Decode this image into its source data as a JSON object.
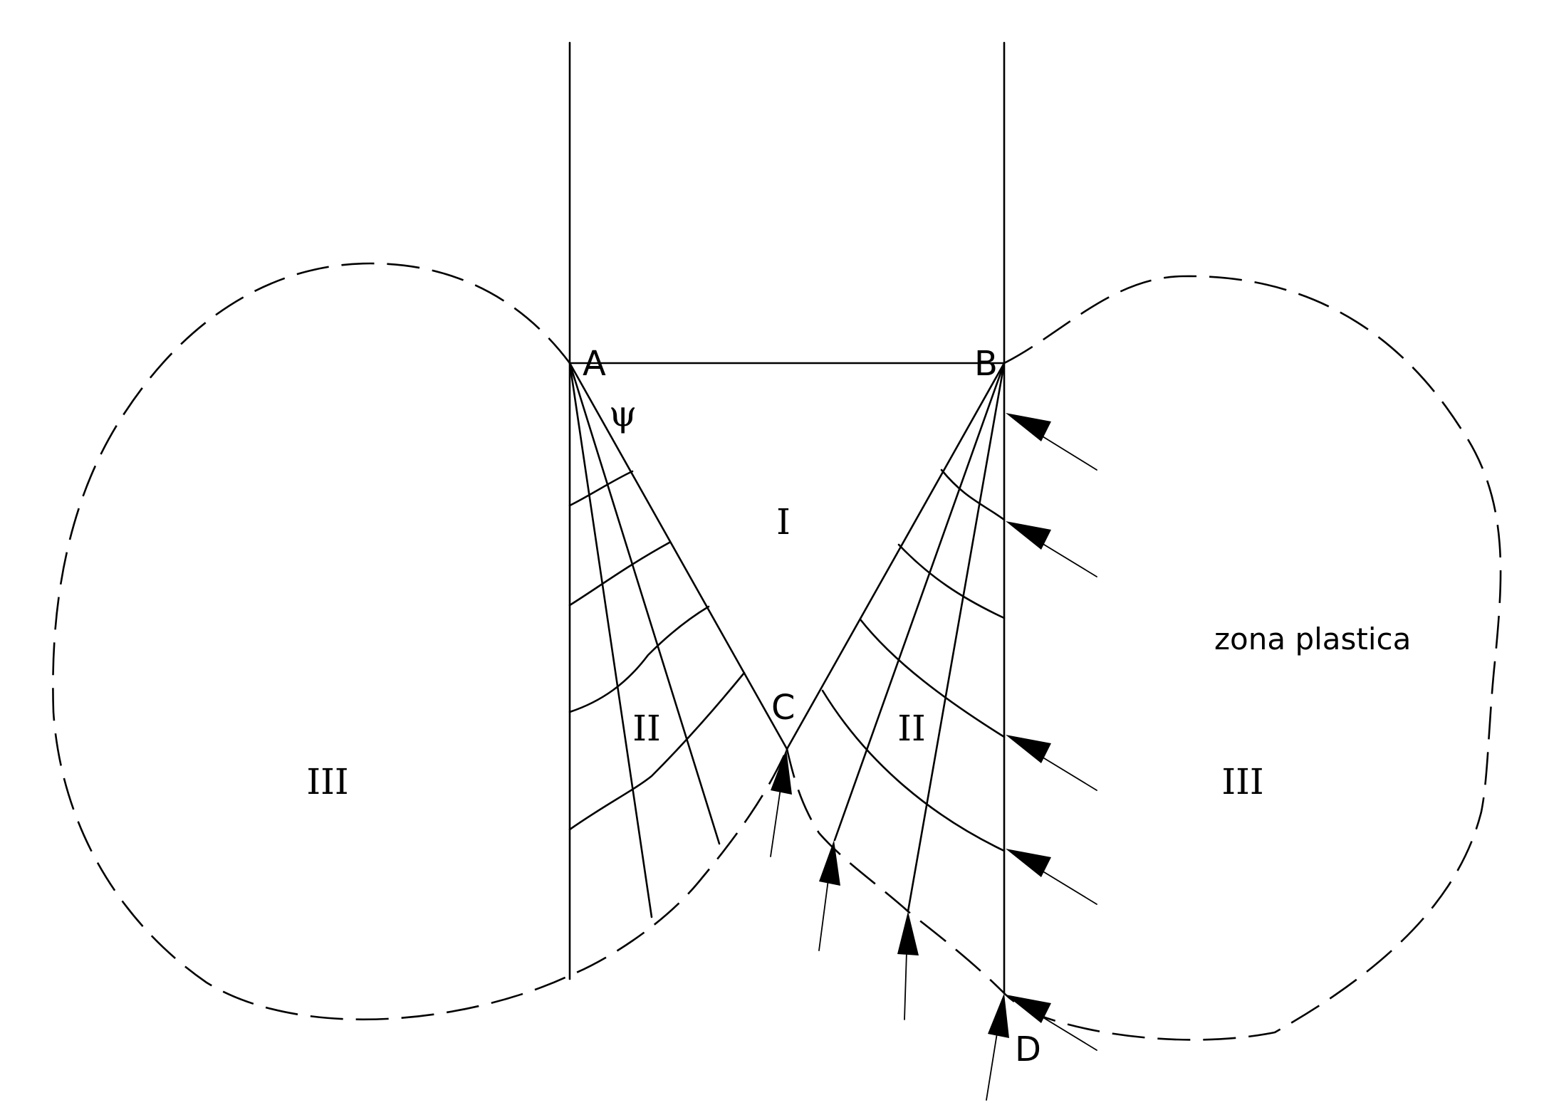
{
  "points": {
    "a": "A",
    "b": "B",
    "c": "C",
    "d": "D"
  },
  "angle": "ψ",
  "regions": {
    "rigid": "I",
    "fan_left": "II",
    "fan_right": "II",
    "outer_left": "III",
    "outer_right": "III"
  },
  "note": "zona plastica"
}
